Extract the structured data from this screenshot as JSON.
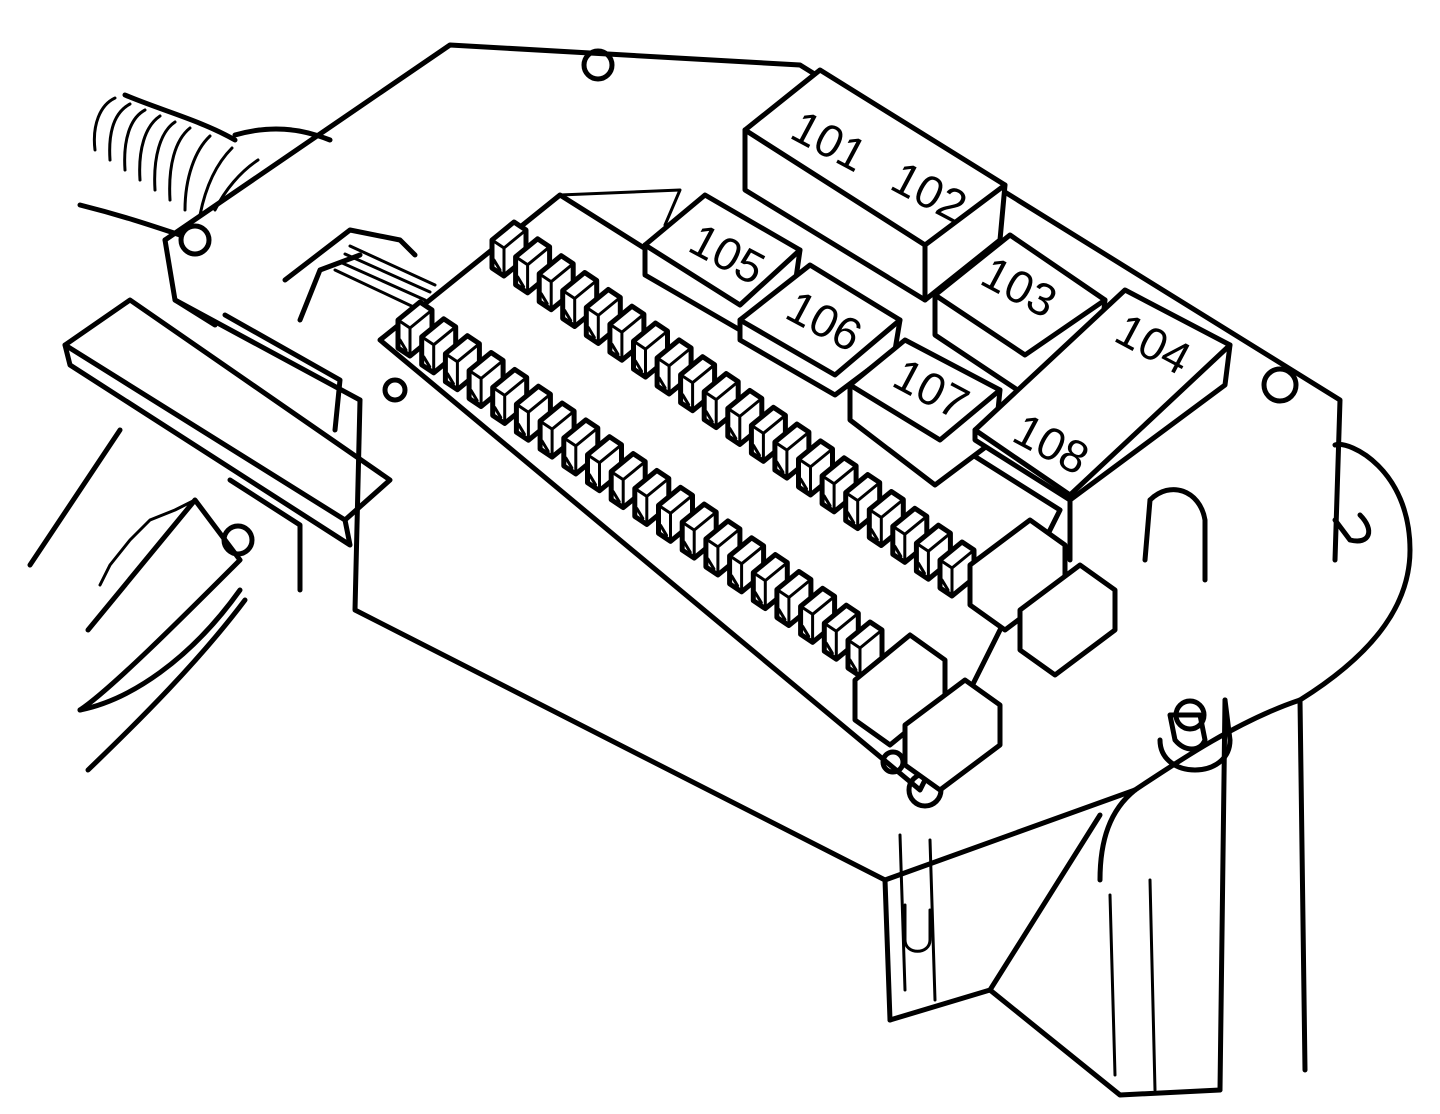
{
  "relays": [
    {
      "id": "relay-101",
      "label": "101"
    },
    {
      "id": "relay-102",
      "label": "102"
    },
    {
      "id": "relay-103",
      "label": "103"
    },
    {
      "id": "relay-104",
      "label": "104"
    },
    {
      "id": "relay-105",
      "label": "105"
    },
    {
      "id": "relay-106",
      "label": "106"
    },
    {
      "id": "relay-107",
      "label": "107"
    },
    {
      "id": "relay-108",
      "label": "108"
    }
  ],
  "fuses": {
    "upper_row_count": 20,
    "lower_row_count": 20
  },
  "colors": {
    "line": "#000000",
    "background": "#ffffff"
  }
}
